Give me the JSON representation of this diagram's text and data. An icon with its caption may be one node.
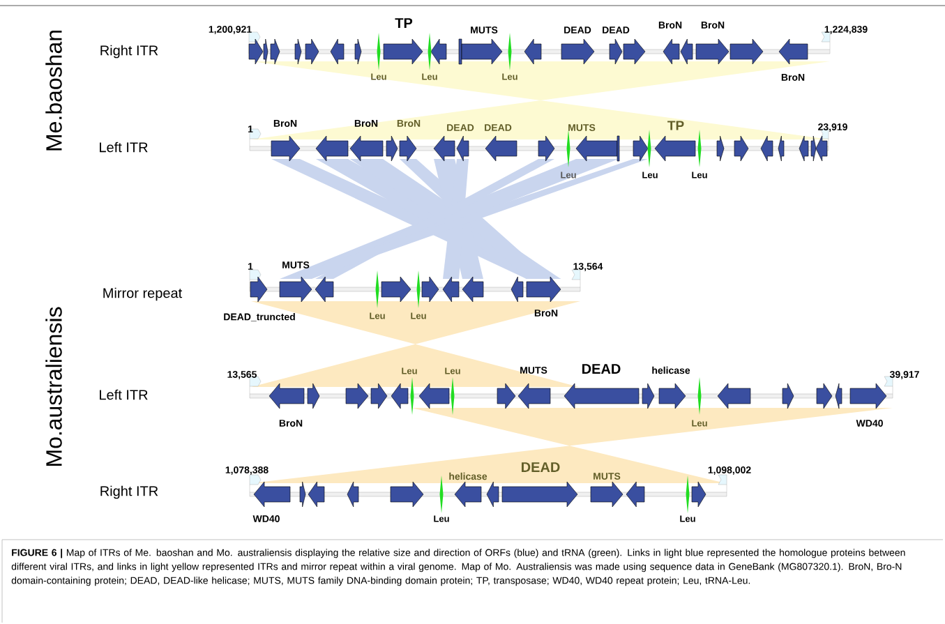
{
  "diagram": {
    "caption": "**FIGURE 6 |** Map of ITRs of Me. baoshan and Mo. australiensis displaying the relative size and direction of ORFs (blue) and tRNA (green). Links in light blue represented the homologue proteins between different viral ITRs, and links in light yellow represented ITRs and mirror repeat within a viral genome. Map of Mo. Australiensis was made using sequence data in GeneBank (MG807320.1). BroN, Bro-N domain-containing protein; DEAD, DEAD-like helicase; MUTS, MUTS family DNA-binding domain protein; TP, transposase; WD40, WD40 repeat protein; Leu, tRNA-Leu.",
    "labels": [
      "Me.baoshan",
      "Right ITR",
      "1,200,921",
      "TP",
      "MUTS",
      "DEAD",
      "DEAD",
      "BroN",
      "BroN",
      "1,224,839",
      "Leu",
      "Leu",
      "Leu",
      "BroN",
      "Left ITR",
      "1",
      "BroN",
      "BroN",
      "BroN",
      "DEAD",
      "DEAD",
      "MUTS",
      "TP",
      "23,919",
      "Leu",
      "Leu",
      "Leu",
      "Mo.australiensis",
      "Mirror repeat",
      "1",
      "MUTS",
      "13,564",
      "DEAD_truncted",
      "Leu",
      "Leu",
      "BroN",
      "Left ITR",
      "13,565",
      "Leu",
      "Leu",
      "MUTS",
      "DEAD",
      "helicase",
      "39,917",
      "BroN",
      "Leu",
      "WD40",
      "Right ITR",
      "1,078,388",
      "helicase",
      "DEAD",
      "MUTS",
      "1,098,002",
      "WD40",
      "Leu",
      "Leu"
    ]
  }
}
